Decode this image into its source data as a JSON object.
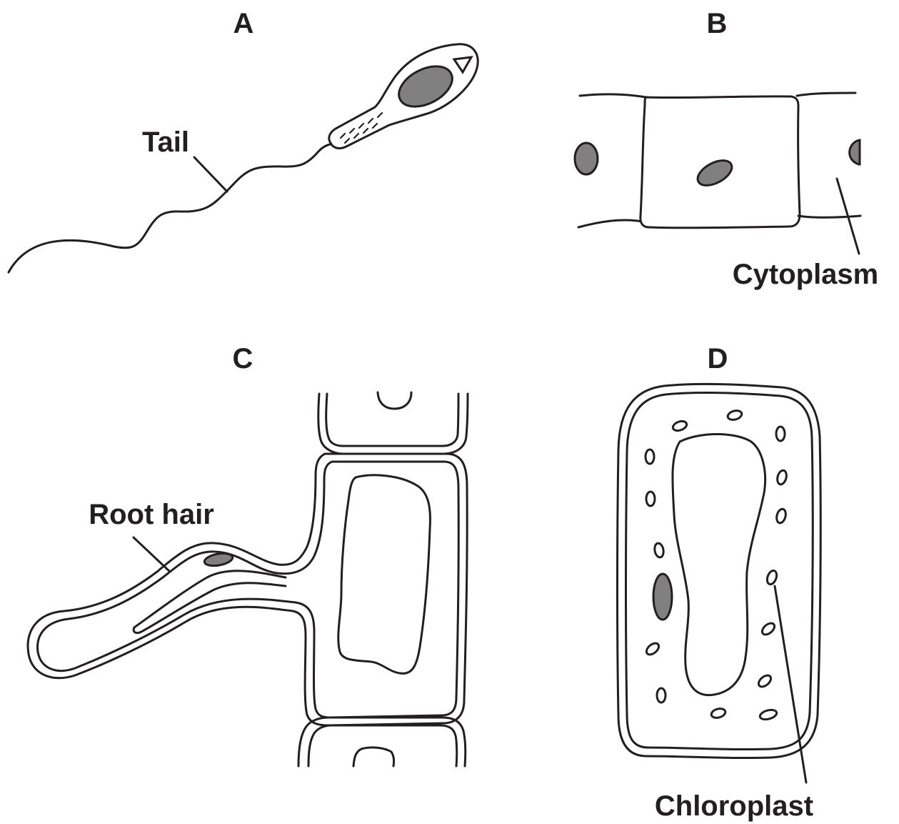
{
  "panels": {
    "a": {
      "letter": "A",
      "labels": {
        "tail": "Tail"
      }
    },
    "b": {
      "letter": "B",
      "labels": {
        "cytoplasm": "Cytoplasm"
      }
    },
    "c": {
      "letter": "C",
      "labels": {
        "root_hair": "Root hair"
      }
    },
    "d": {
      "letter": "D",
      "labels": {
        "chloroplast": "Chloroplast"
      }
    }
  },
  "colors": {
    "ink": "#231f20",
    "nucleus": "#808080",
    "background": "#ffffff"
  }
}
